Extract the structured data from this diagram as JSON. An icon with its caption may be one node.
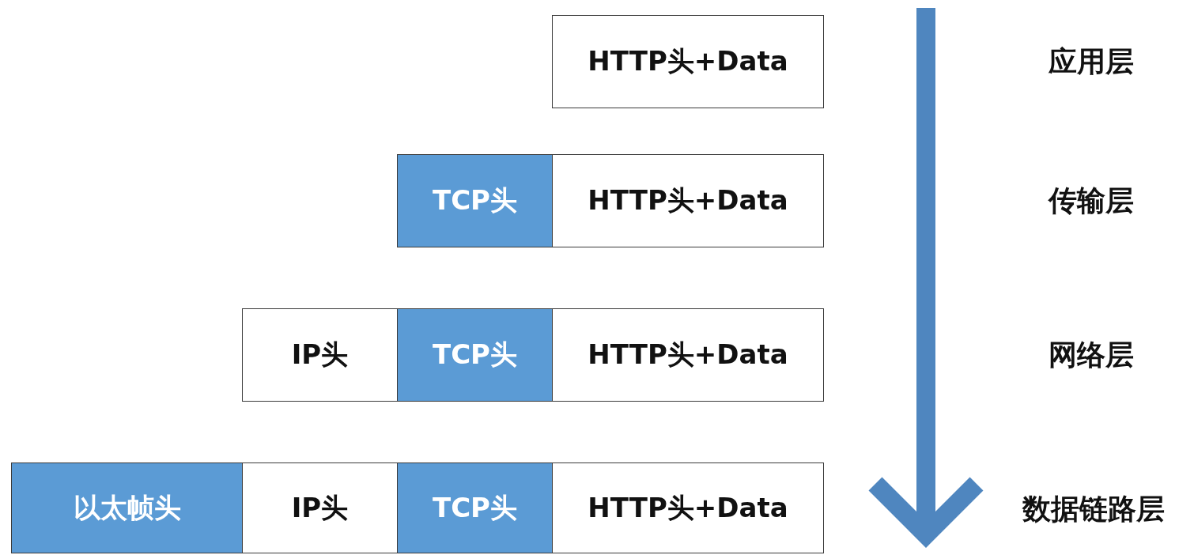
{
  "diagram": {
    "nodes": [
      {
        "text": [
          "HTTP头+Data"
        ]
      },
      {
        "text": [
          "TCP头"
        ]
      },
      {
        "text": [
          "HTTP头+Data"
        ]
      },
      {
        "text": [
          "IP头"
        ]
      },
      {
        "text": [
          "TCP头"
        ]
      },
      {
        "text": [
          "HTTP头+Data"
        ]
      },
      {
        "text": [
          "以太帧头"
        ]
      },
      {
        "text": [
          "IP头"
        ]
      },
      {
        "text": [
          "TCP头"
        ]
      },
      {
        "text": [
          "HTTP头+Data"
        ]
      }
    ],
    "labels": [
      "应用层",
      "传输层",
      "网络层",
      "数据链路层"
    ]
  }
}
